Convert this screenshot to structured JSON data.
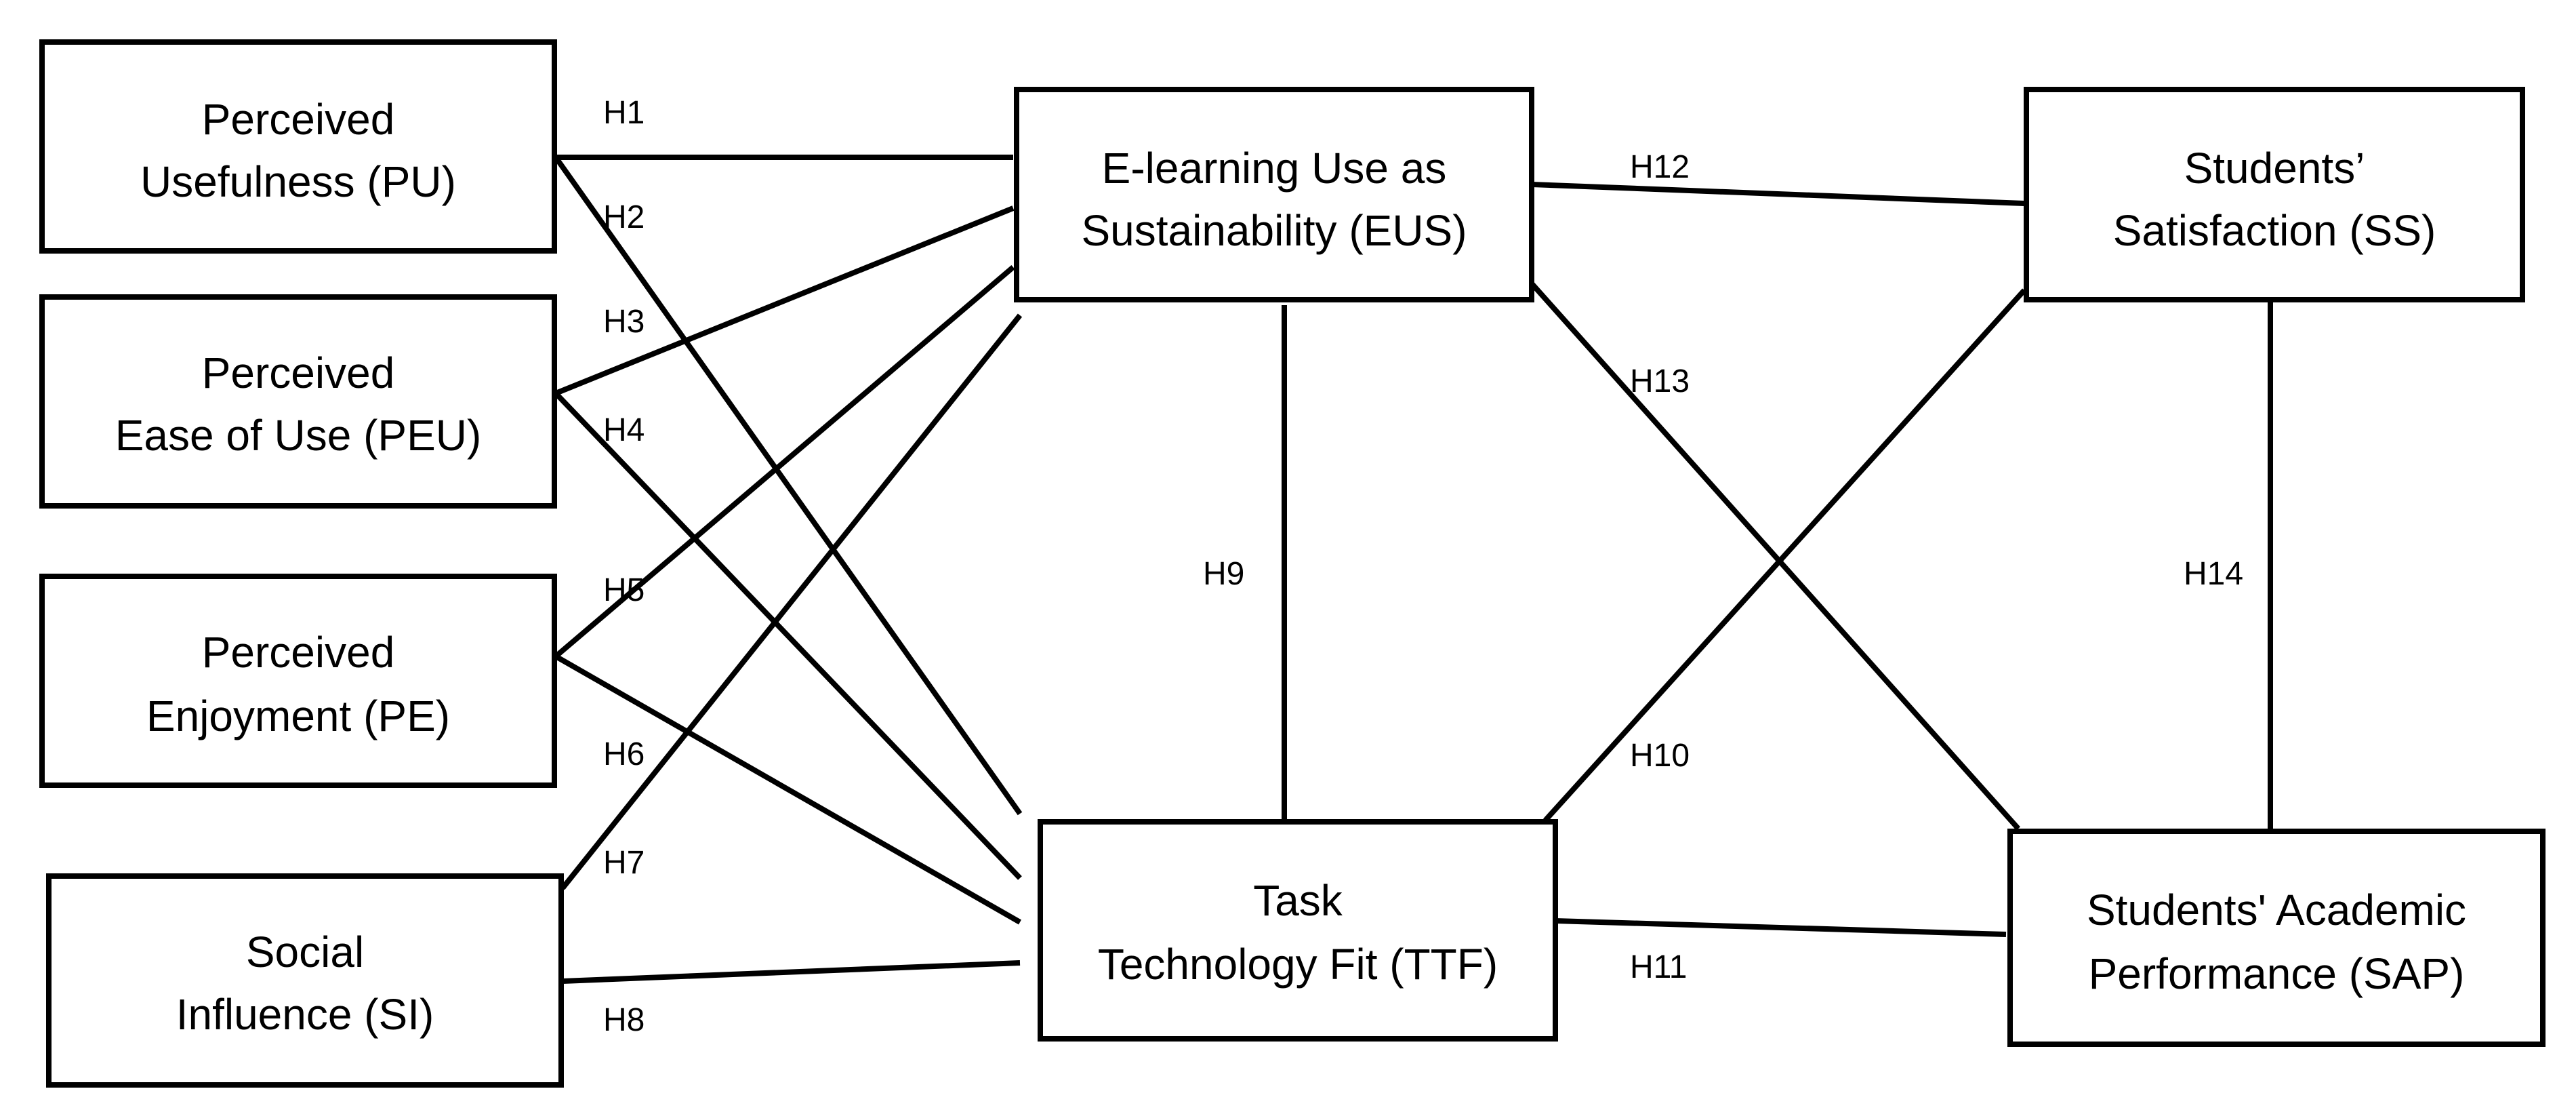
{
  "nodes": {
    "pu": {
      "line1": "Perceived",
      "line2": "Usefulness (PU)"
    },
    "peu": {
      "line1": "Perceived",
      "line2": "Ease of Use (PEU)"
    },
    "pe": {
      "line1": "Perceived",
      "line2": "Enjoyment (PE)"
    },
    "si": {
      "line1": "Social",
      "line2": "Influence (SI)"
    },
    "eus": {
      "line1": "E-learning Use as",
      "line2": "Sustainability (EUS)"
    },
    "ttf": {
      "line1": "Task",
      "line2": "Technology Fit (TTF)"
    },
    "ss": {
      "line1": "Students’",
      "line2": "Satisfaction (SS)"
    },
    "sap": {
      "line1": "Students' Academic",
      "line2": "Performance (SAP)"
    }
  },
  "hypotheses": {
    "h1": "H1",
    "h2": "H2",
    "h3": "H3",
    "h4": "H4",
    "h5": "H5",
    "h6": "H6",
    "h7": "H7",
    "h8": "H8",
    "h9": "H9",
    "h10": "H10",
    "h11": "H11",
    "h12": "H12",
    "h13": "H13",
    "h14": "H14"
  },
  "colors": {
    "stroke": "#000000",
    "background": "#ffffff"
  }
}
